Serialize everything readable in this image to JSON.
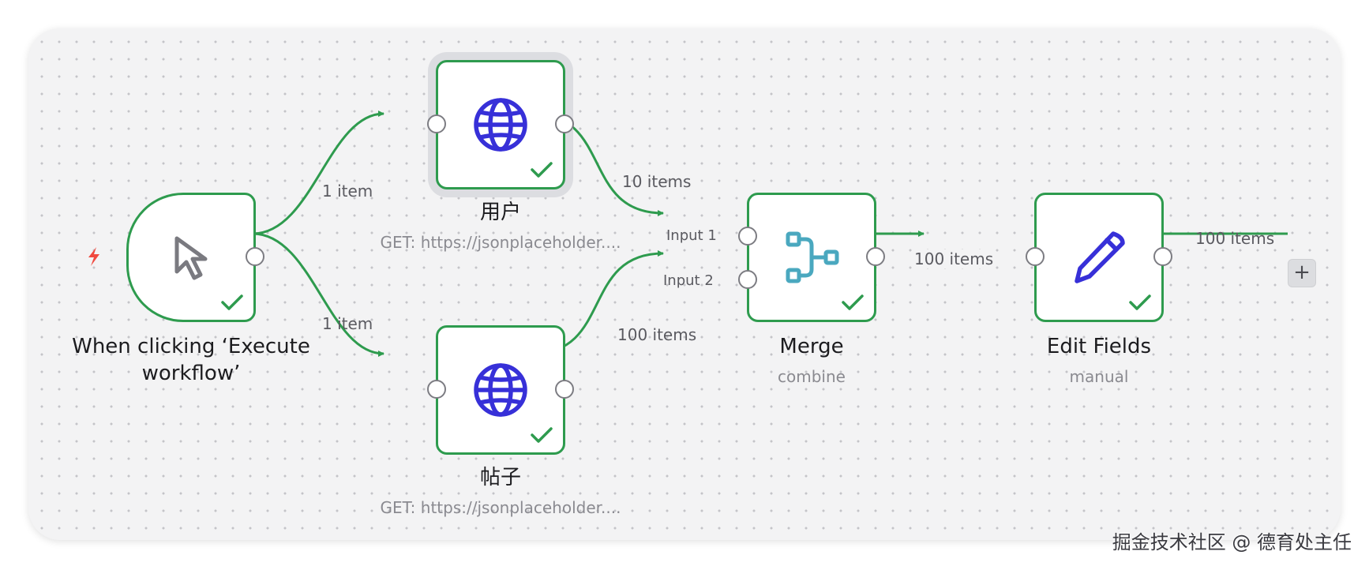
{
  "colors": {
    "success": "#2e9b4e",
    "http_icon": "#3730d8",
    "merge_icon": "#4aa8bf",
    "trigger_bolt": "#f0493e"
  },
  "nodes": {
    "trigger": {
      "title_line1": "When clicking ‘Execute",
      "title_line2": "workflow’",
      "icon": "cursor-icon",
      "status": "check-icon"
    },
    "users": {
      "title": "用户",
      "subtitle": "GET: https://jsonplaceholder....",
      "icon": "globe-icon",
      "status": "check-icon"
    },
    "posts": {
      "title": "帖子",
      "subtitle": "GET: https://jsonplaceholder....",
      "icon": "globe-icon",
      "status": "check-icon"
    },
    "merge": {
      "title": "Merge",
      "subtitle": "combine",
      "icon": "merge-icon",
      "status": "check-icon",
      "inputs": [
        "Input 1",
        "Input 2"
      ]
    },
    "edit_fields": {
      "title": "Edit Fields",
      "subtitle": "manual",
      "icon": "pencil-icon",
      "status": "check-icon"
    }
  },
  "edges": {
    "trigger_to_users": "1 item",
    "trigger_to_posts": "1 item",
    "users_to_merge": "10 items",
    "posts_to_merge": "100 items",
    "merge_to_edit": "100 items",
    "edit_output": "100 items"
  },
  "add_node": "+",
  "watermark": "掘金技术社区 @ 德育处主任"
}
